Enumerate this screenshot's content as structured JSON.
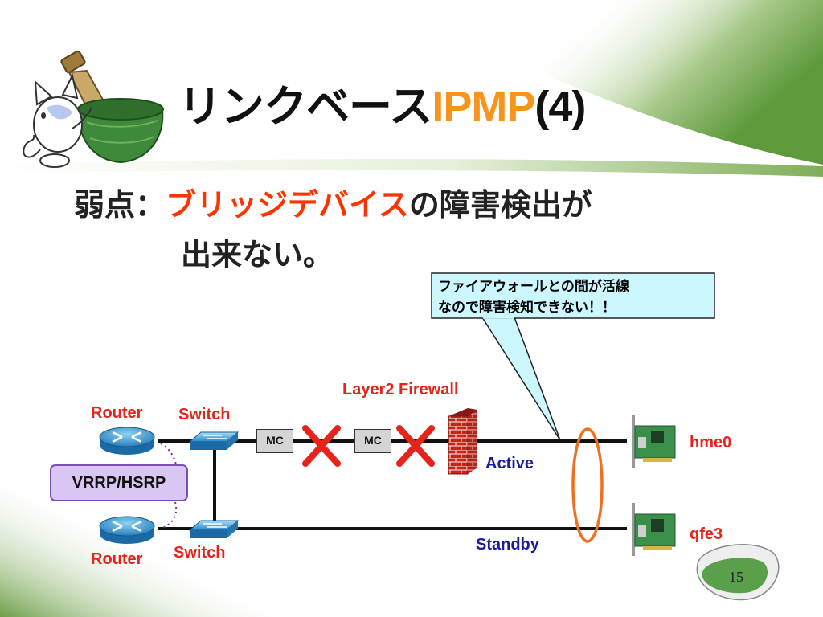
{
  "slide": {
    "title_prefix": "リンクベース",
    "title_accent": "IPMP",
    "title_suffix": "(4)",
    "weakness_label": "弱点：",
    "weakness_highlight": "ブリッジデバイス",
    "weakness_rest": "の障害検出が",
    "weakness_line2": "出来ない。",
    "page_number": "15"
  },
  "callout": {
    "line1": "ファイアウォールとの間が活線",
    "line2": "なので障害検知できない！！"
  },
  "diagram": {
    "firewall_label": "Layer2 Firewall",
    "router_top_label": "Router",
    "router_bottom_label": "Router",
    "switch_top_label": "Switch",
    "switch_bottom_label": "Switch",
    "mc1_label": "MC",
    "mc2_label": "MC",
    "vrrp_label": "VRRP/HSRP",
    "active_label": "Active",
    "standby_label": "Standby",
    "nic_top_label": "hme0",
    "nic_bottom_label": "qfe3"
  },
  "colors": {
    "accent": "#f7941d",
    "highlight": "#ff3300",
    "diagram_red": "#e8231a",
    "diagram_blue": "#1a1a9e",
    "callout_fill": "#ccf7ff",
    "vrrp_fill": "#d9c6f2",
    "background_green": "#6fa04a"
  },
  "icons": [
    "cat-mascot-icon",
    "router-icon",
    "switch-icon",
    "firewall-icon",
    "fault-x-icon",
    "network-card-icon"
  ]
}
